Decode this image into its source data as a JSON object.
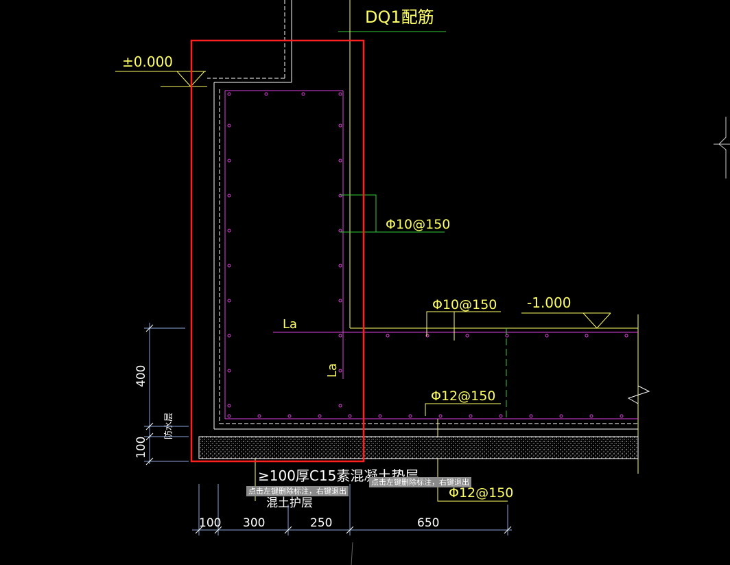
{
  "title": "DQ1配筋",
  "levels": {
    "top": "±0.000",
    "bottom": "-1.000"
  },
  "rebar": {
    "wall_horizontal": "Φ10@150",
    "slab_top": "Φ10@150",
    "slab_bottom": "Φ12@150",
    "lower_right": "Φ12@150"
  },
  "anchor_label": "La",
  "layers": {
    "waterproof": "防水层",
    "cushion": "≥100厚C15素混凝土垫层",
    "protect": "混土护层"
  },
  "dims": {
    "vertical": [
      "400",
      "100"
    ],
    "horizontal": [
      "100",
      "300",
      "250",
      "650"
    ]
  },
  "tooltips": [
    "点击左键删除标注，右键退出",
    "点击左键删除标注，右键退出"
  ],
  "colors": {
    "background": "#000000",
    "magenta": "#e040e0",
    "yellow": "#ffff66",
    "green": "#33cc33",
    "white": "#ffffff",
    "dim_blue": "#8aa8d8",
    "highlight_red": "#ff2020"
  }
}
